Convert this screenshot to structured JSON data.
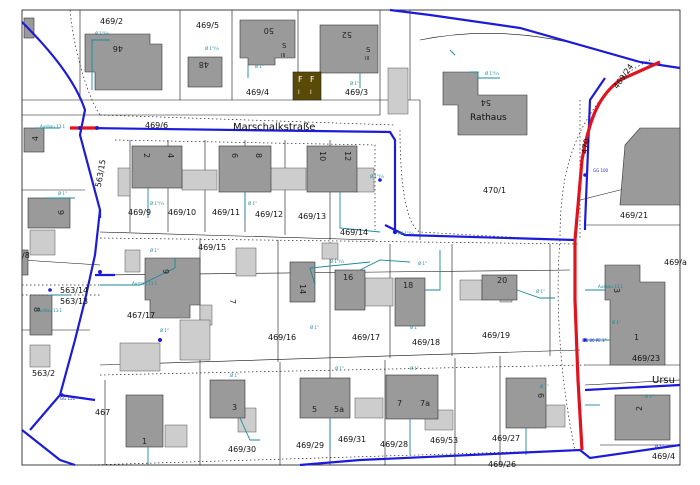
{
  "map": {
    "streets": {
      "marschalk": "Marschalkstraße",
      "ursu": "Ursu"
    },
    "landmarks": {
      "rathaus": "Rathaus"
    },
    "parcels": {
      "p469_2": "469/2",
      "p469_5": "469/5",
      "p469_4": "469/4",
      "p469_3": "469/3",
      "p469_6": "469/6",
      "p469_9": "469/9",
      "p469_10": "469/10",
      "p469_11": "469/11",
      "p469_12": "469/12",
      "p469_13": "469/13",
      "p469_14": "469/14",
      "p469_15": "469/15",
      "p469_16": "469/16",
      "p469_17": "469/17",
      "p469_18": "469/18",
      "p469_19": "469/19",
      "p467_17": "467/17",
      "p467": "467",
      "p469_30": "469/30",
      "p469_29": "469/29",
      "p469_31": "469/31",
      "p469_28": "469/28",
      "p469_53": "469/53",
      "p469_27": "469/27",
      "p469_26": "469/26",
      "p469_23": "469/23",
      "p469_21": "469/21",
      "p470_1": "470/1",
      "p470": "470",
      "p469_24": "469/24",
      "p563_15": "563/15",
      "p563_14": "563/14",
      "p563_13": "563/13",
      "p563_2": "563/2",
      "p469_a": "469/a",
      "p469_4b": "469/4",
      "p8": "/8"
    },
    "houses": {
      "h46": "46",
      "h48": "48",
      "h50": "50",
      "h52": "52",
      "h54": "54",
      "h2": "2",
      "h4": "4",
      "h6": "6",
      "h8": "8",
      "h10": "10",
      "h12": "12",
      "h14": "14",
      "h16": "16",
      "h18": "18",
      "h20": "20",
      "h5": "5",
      "h5a": "5a",
      "h7": "7",
      "h7a": "7a",
      "h3": "3",
      "h1": "1",
      "h9": "9",
      "h3b": "3",
      "h1b": "1",
      "h6b": "6",
      "h2b": "2",
      "h8b": "8",
      "h4b": "4",
      "h9b": "9",
      "h6c": "6"
    },
    "marks": {
      "s3a": "S\nIII",
      "f1": "F",
      "f2": "F"
    }
  }
}
